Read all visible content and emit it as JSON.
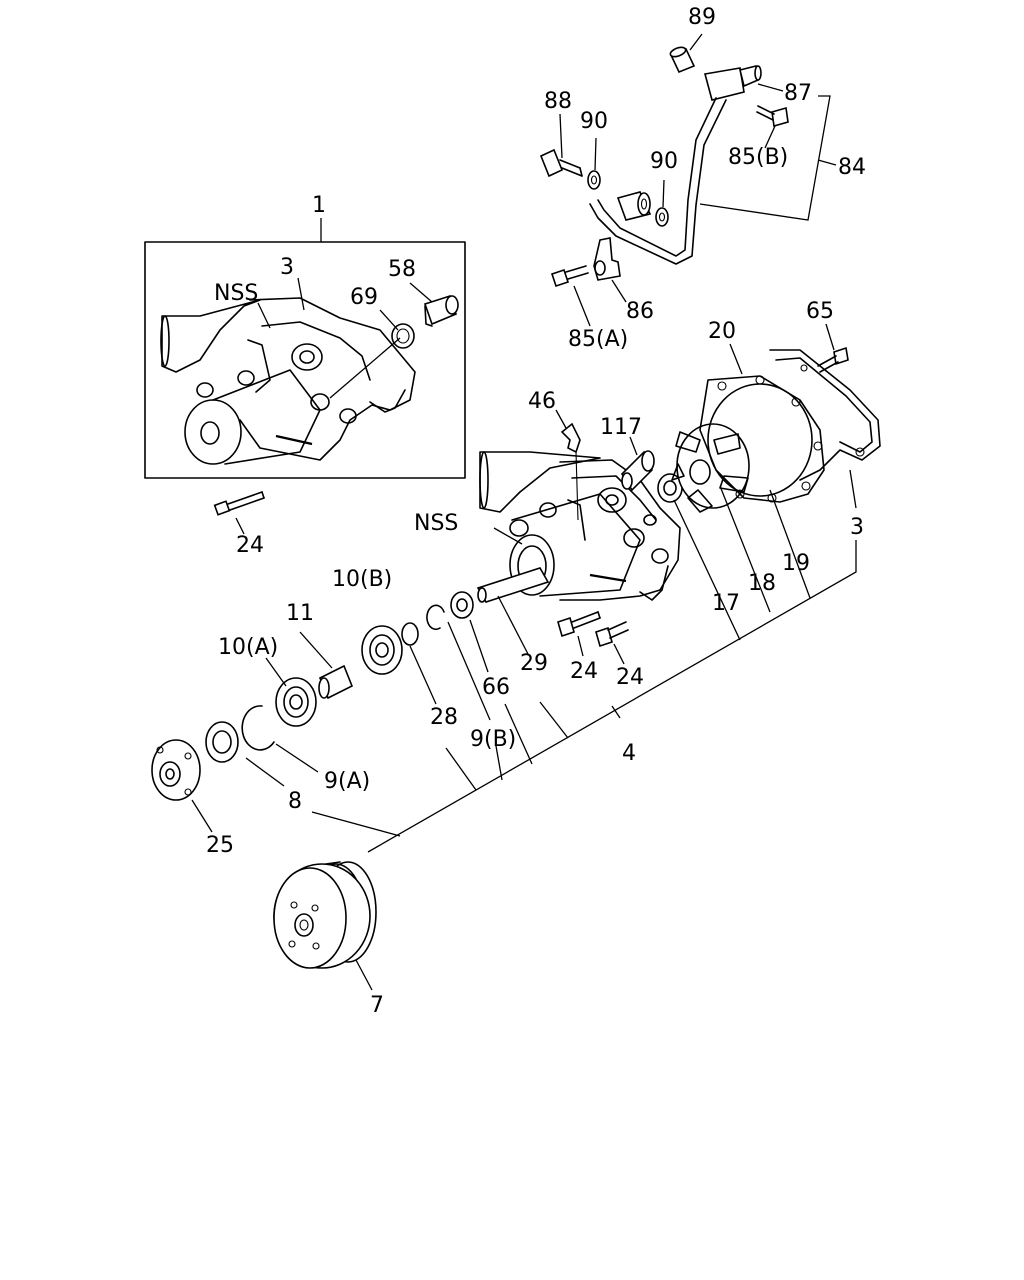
{
  "labels": {
    "l1": "1",
    "l3_inset": "3",
    "nss_inset": "NSS",
    "l58": "58",
    "l69": "69",
    "l24_inset": "24",
    "l89": "89",
    "l87": "87",
    "l88": "88",
    "l90a": "90",
    "l90b": "90",
    "l85b": "85(B)",
    "l84": "84",
    "l86": "86",
    "l85a": "85(A)",
    "l65": "65",
    "l20": "20",
    "l46": "46",
    "l117": "117",
    "nss_main": "NSS",
    "l3_main": "3",
    "l19": "19",
    "l18": "18",
    "l17": "17",
    "l10b": "10(B)",
    "l11": "11",
    "l10a": "10(A)",
    "l28": "28",
    "l66": "66",
    "l29": "29",
    "l24b": "24",
    "l24c": "24",
    "l9b": "9(B)",
    "l4": "4",
    "l9a": "9(A)",
    "l8": "8",
    "l25": "25",
    "l7": "7"
  }
}
